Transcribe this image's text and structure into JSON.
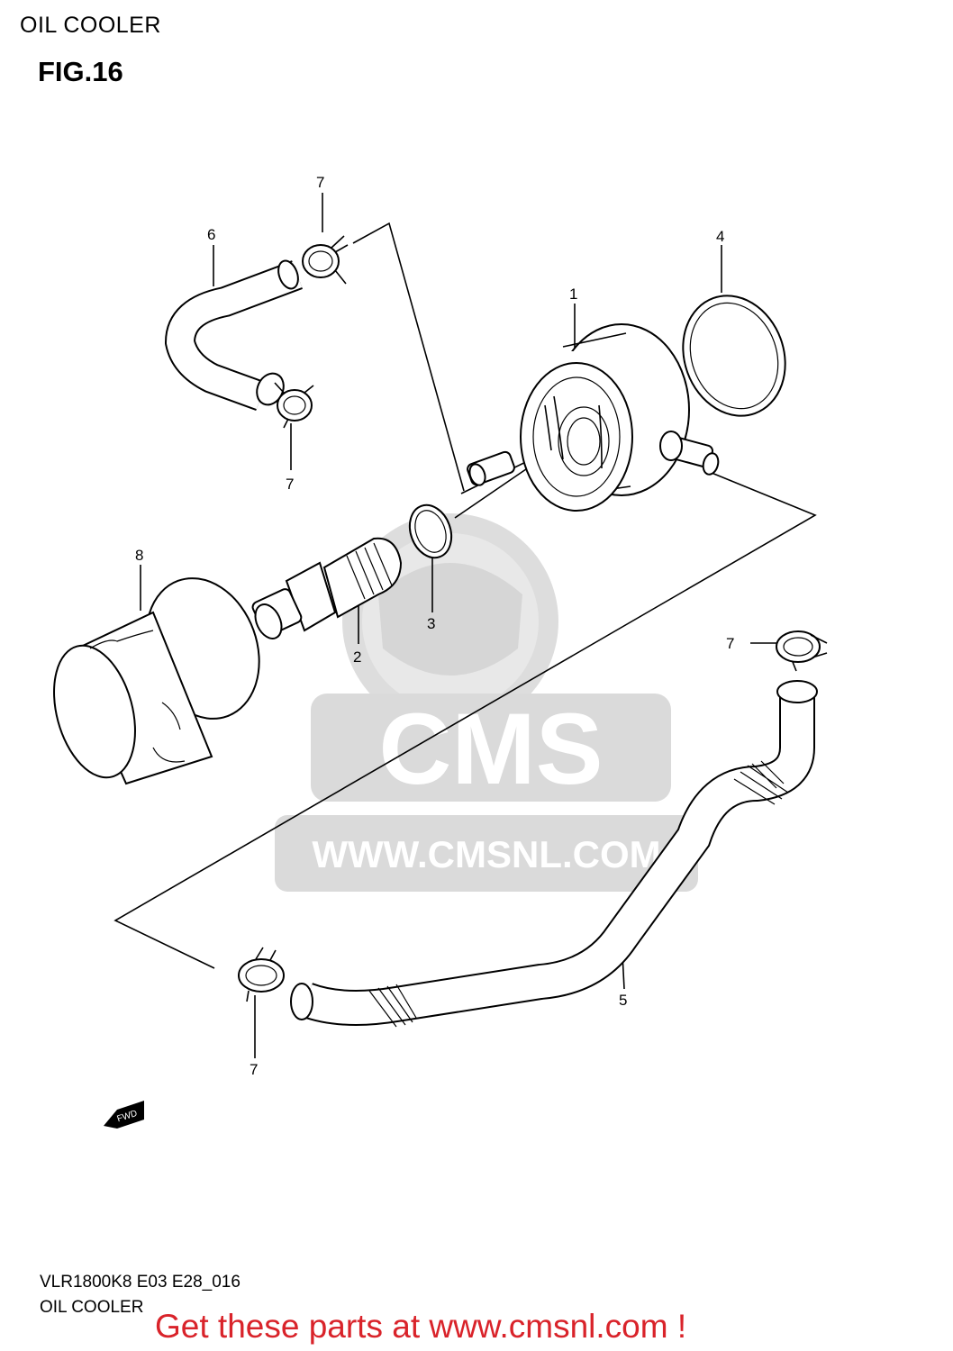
{
  "header": {
    "title": "OIL COOLER",
    "figure": "FIG.16"
  },
  "footer": {
    "code": "VLR1800K8 E03 E28_016",
    "title": "OIL COOLER",
    "promo": "Get these parts at www.cmsnl.com !"
  },
  "watermark": {
    "logo_text": "CMS",
    "url_text": "WWW.CMSNL.COM"
  },
  "fwd_label": "FWD",
  "callouts": {
    "c1": "1",
    "c2": "2",
    "c3": "3",
    "c4": "4",
    "c5": "5",
    "c6": "6",
    "c7a": "7",
    "c7b": "7",
    "c7c": "7",
    "c7d": "7",
    "c8": "8"
  },
  "colors": {
    "promo": "#d9232a",
    "watermark": "#cfcfcf",
    "line": "#000000"
  }
}
